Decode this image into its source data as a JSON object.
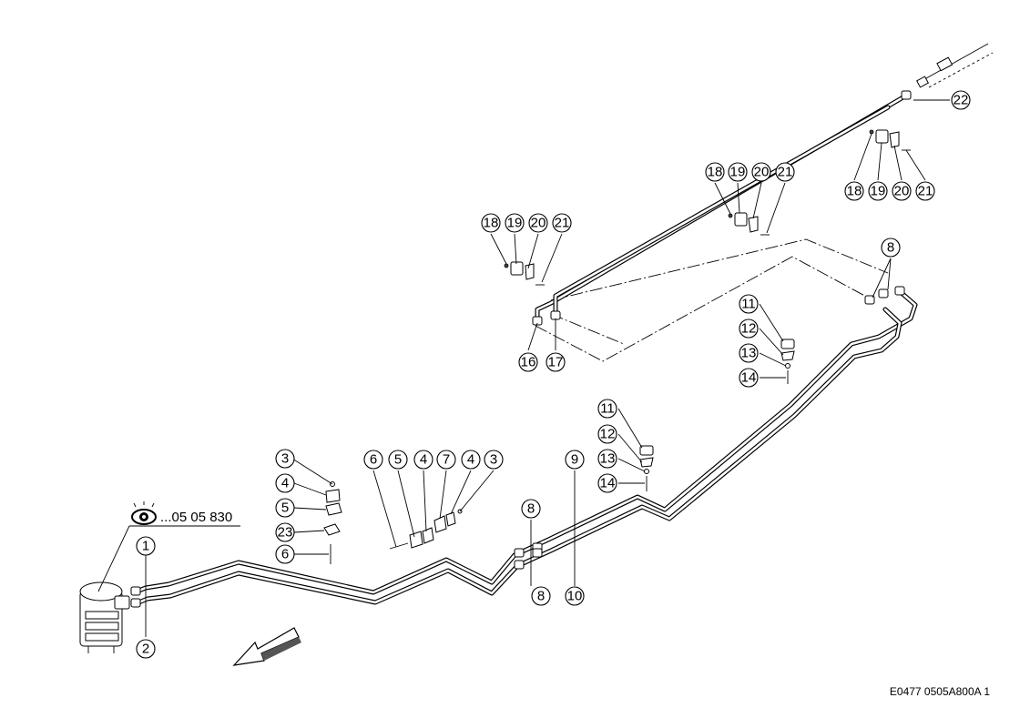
{
  "drawing_id": "E0477 0505A800A 1",
  "reference": {
    "text": "...05 05 830",
    "icon": "eye-icon"
  },
  "callouts": {
    "c1": "1",
    "c2": "2",
    "c3a": "3",
    "c4a": "4",
    "c5a": "5",
    "c23": "23",
    "c6a": "6",
    "c6b": "6",
    "c5b": "5",
    "c4b": "4",
    "c7": "7",
    "c4c": "4",
    "c3b": "3",
    "c8a": "8",
    "c8b": "8",
    "c9": "9",
    "c10": "10",
    "c11a": "11",
    "c12a": "12",
    "c13a": "13",
    "c14a": "14",
    "c11b": "11",
    "c12b": "12",
    "c13b": "13",
    "c14b": "14",
    "c8c": "8",
    "c16": "16",
    "c17": "17",
    "c18a": "18",
    "c19a": "19",
    "c20a": "20",
    "c21a": "21",
    "c18b": "18",
    "c19b": "19",
    "c20b": "20",
    "c21b": "21",
    "c18c": "18",
    "c19c": "19",
    "c20c": "20",
    "c21c": "21",
    "c22": "22"
  }
}
